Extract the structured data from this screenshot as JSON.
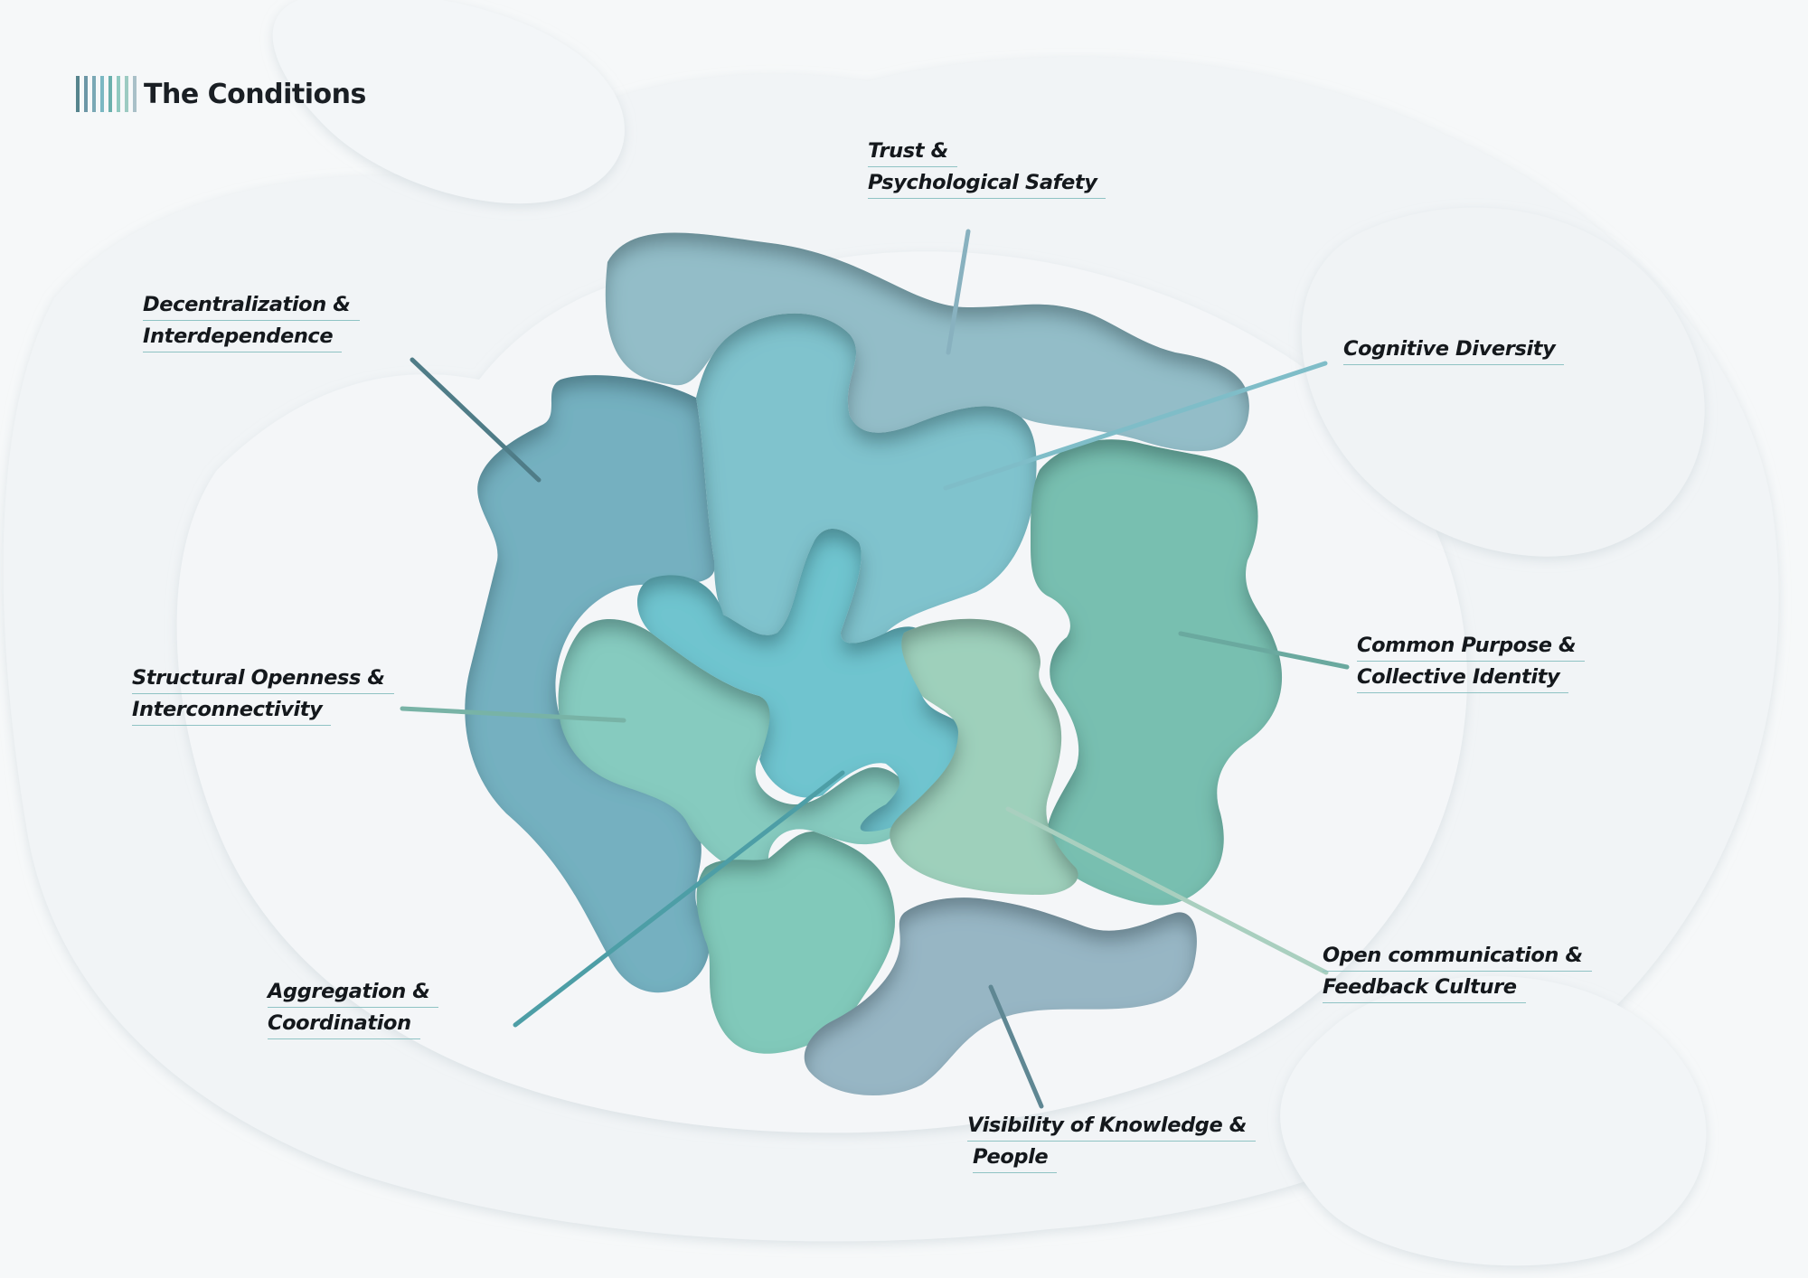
{
  "title": "The Conditions",
  "accent_colors": [
    "#56848d",
    "#6c97a6",
    "#7aa8b5",
    "#7ab8c3",
    "#6ab0ad",
    "#8fc9c0",
    "#9ccbc2",
    "#a9c0c8"
  ],
  "conditions": [
    {
      "line1": "Trust &",
      "line2": "Psychological Safety",
      "color": "#93bdc8"
    },
    {
      "line1": "Cognitive Diversity",
      "line2": "",
      "color": "#80c3cd"
    },
    {
      "line1": "Decentralization &",
      "line2": "Interdependence",
      "color": "#75b0c0"
    },
    {
      "line1": "Structural Openness &",
      "line2": "Interconnectivity",
      "color": "#86cbbf"
    },
    {
      "line1": "Common Purpose &",
      "line2": "Collective Identity",
      "color": "#78bfb0"
    },
    {
      "line1": "Aggregation &",
      "line2": "Coordination",
      "color": "#81c9ba"
    },
    {
      "line1": "Open communication &",
      "line2": "Feedback Culture",
      "color": "#9ed0bb"
    },
    {
      "line1": "Visibility of Knowledge &",
      "line2": "People",
      "color": "#97b6c4"
    }
  ]
}
